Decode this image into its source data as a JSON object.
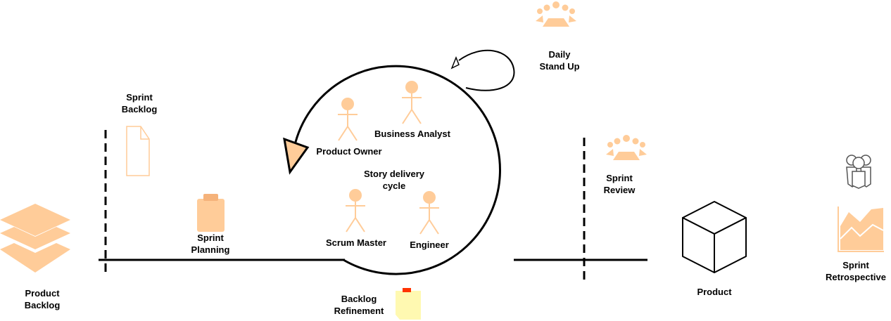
{
  "labels": {
    "product_backlog": [
      "Product",
      "Backlog"
    ],
    "sprint_backlog": [
      "Sprint",
      "Backlog"
    ],
    "sprint_planning": [
      "Sprint",
      "Planning"
    ],
    "backlog_refinement": [
      "Backlog",
      "Refinement"
    ],
    "product_owner": "Product Owner",
    "business_analyst": "Business Analyst",
    "story_delivery_cycle": [
      "Story delivery",
      "cycle"
    ],
    "scrum_master": "Scrum Master",
    "engineer": "Engineer",
    "daily_standup": [
      "Daily",
      "Stand Up"
    ],
    "sprint_review": [
      "Sprint",
      "Review"
    ],
    "product": "Product",
    "sprint_retrospective": [
      "Sprint",
      "Retrospective"
    ]
  },
  "icons": {
    "product_backlog": "layers-icon",
    "sprint_backlog": "document-icon",
    "sprint_planning": "clipboard-icon",
    "backlog_refinement": "sticky-note-icon",
    "daily_standup": "meeting-icon",
    "sprint_review": "meeting-icon",
    "product": "cube-icon",
    "retrospective_people": "people-group-icon",
    "retrospective_chart": "area-chart-icon",
    "actor": "stick-figure-icon"
  },
  "colors": {
    "accent": "#FFCC99",
    "accent_dark": "#F5B27A",
    "line": "#000000",
    "note": "#FFF9B1",
    "pin": "#FF3300"
  }
}
